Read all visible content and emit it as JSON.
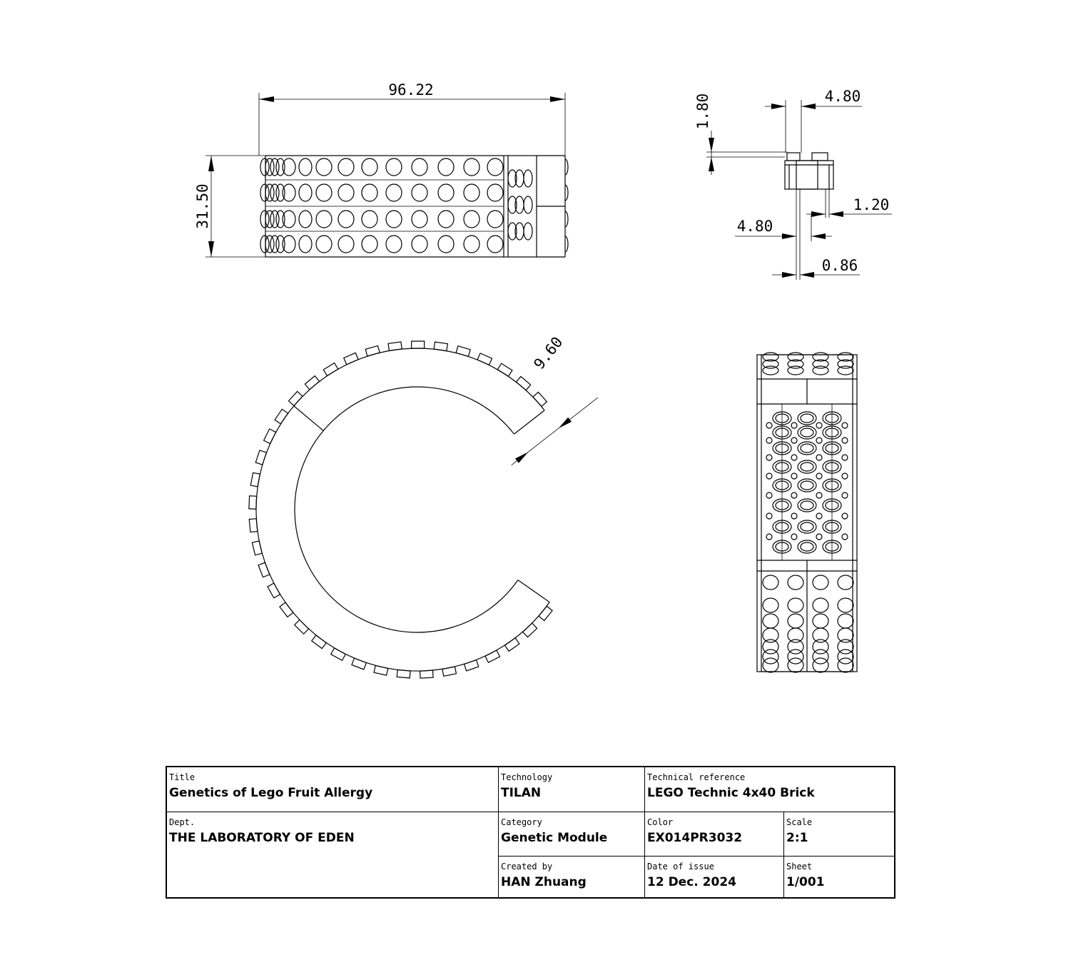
{
  "dimensions": {
    "front_width": "96.22",
    "front_height": "31.50",
    "profile_top_width": "4.80",
    "profile_stud_height": "1.80",
    "profile_wall": "1.20",
    "profile_lower_width": "4.80",
    "profile_thickness": "0.86",
    "ring_band_width": "9.60"
  },
  "title_block": {
    "title": {
      "caption": "Title",
      "value": "Genetics of Lego Fruit Allergy"
    },
    "technology": {
      "caption": "Technology",
      "value": "TILAN"
    },
    "technical_reference": {
      "caption": "Technical reference",
      "value": "LEGO Technic 4x40 Brick"
    },
    "dept": {
      "caption": "Dept.",
      "value": "THE LABORATORY OF EDEN"
    },
    "category": {
      "caption": "Category",
      "value": "Genetic Module"
    },
    "color": {
      "caption": "Color",
      "value": "EX014PR3032"
    },
    "scale": {
      "caption": "Scale",
      "value": "2:1"
    },
    "created_by": {
      "caption": "Created by",
      "value": "HAN Zhuang"
    },
    "date_of_issue": {
      "caption": "Date of issue",
      "value": "12 Dec. 2024"
    },
    "sheet": {
      "caption": "Sheet",
      "value": "1/001"
    }
  }
}
